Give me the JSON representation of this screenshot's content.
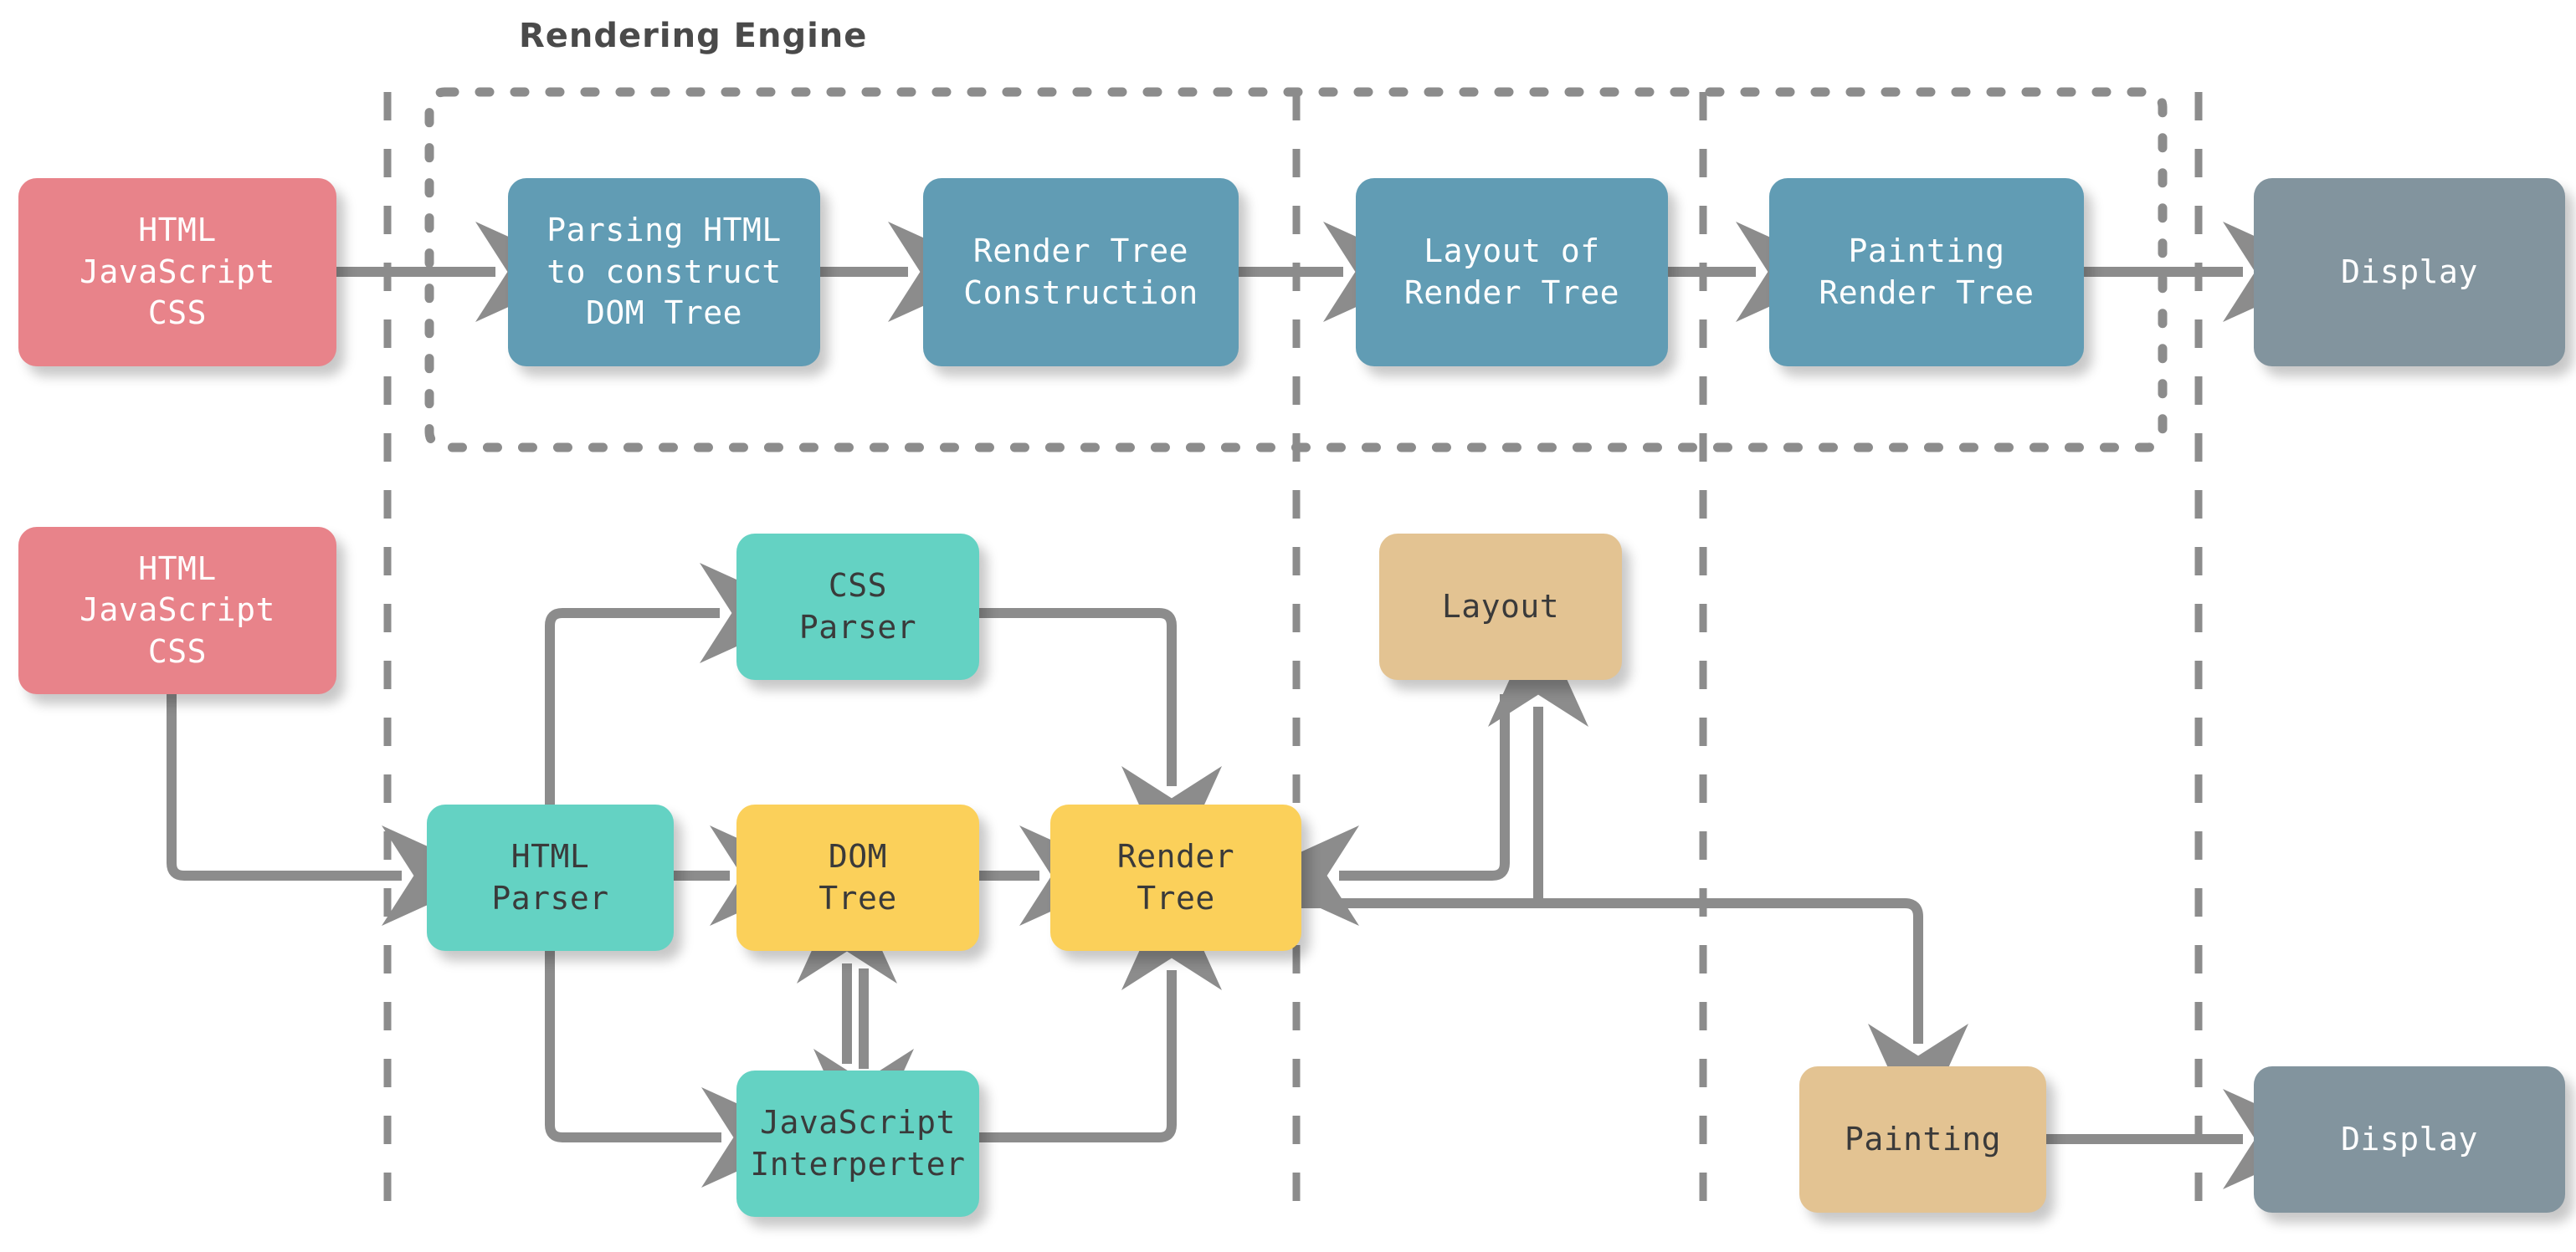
{
  "diagram": {
    "title": "Rendering Engine",
    "colors": {
      "source": "#e8838a",
      "stage": "#619cb4",
      "display": "#82949e",
      "parser": "#64d2c3",
      "tree": "#fbd05a",
      "phase": "#e3c392",
      "connector": "#8c8c8c",
      "divider": "#8c8c8c",
      "text_light": "#ffffff",
      "text_dark": "#3a3a3a",
      "title_text": "#4a4a4a"
    },
    "top_row": [
      {
        "id": "source-top",
        "label": "HTML\nJavaScript\nCSS",
        "kind": "source"
      },
      {
        "id": "parsing-html",
        "label": "Parsing HTML\nto construct\nDOM Tree",
        "kind": "stage"
      },
      {
        "id": "render-tree-constr",
        "label": "Render Tree\nConstruction",
        "kind": "stage"
      },
      {
        "id": "layout-render-tree",
        "label": "Layout of\nRender Tree",
        "kind": "stage"
      },
      {
        "id": "painting-render-tree",
        "label": "Painting\nRender Tree",
        "kind": "stage"
      },
      {
        "id": "display-top",
        "label": "Display",
        "kind": "display"
      }
    ],
    "bottom_row": [
      {
        "id": "source-bottom",
        "label": "HTML\nJavaScript\nCSS",
        "kind": "source"
      },
      {
        "id": "css-parser",
        "label": "CSS\nParser",
        "kind": "parser"
      },
      {
        "id": "html-parser",
        "label": "HTML\nParser",
        "kind": "parser"
      },
      {
        "id": "dom-tree",
        "label": "DOM\nTree",
        "kind": "tree"
      },
      {
        "id": "render-tree",
        "label": "Render\nTree",
        "kind": "tree"
      },
      {
        "id": "javascript-interpreter",
        "label": "JavaScript\nInterperter",
        "kind": "parser"
      },
      {
        "id": "layout",
        "label": "Layout",
        "kind": "phase"
      },
      {
        "id": "painting",
        "label": "Painting",
        "kind": "phase"
      },
      {
        "id": "display-bottom",
        "label": "Display",
        "kind": "display"
      }
    ]
  }
}
